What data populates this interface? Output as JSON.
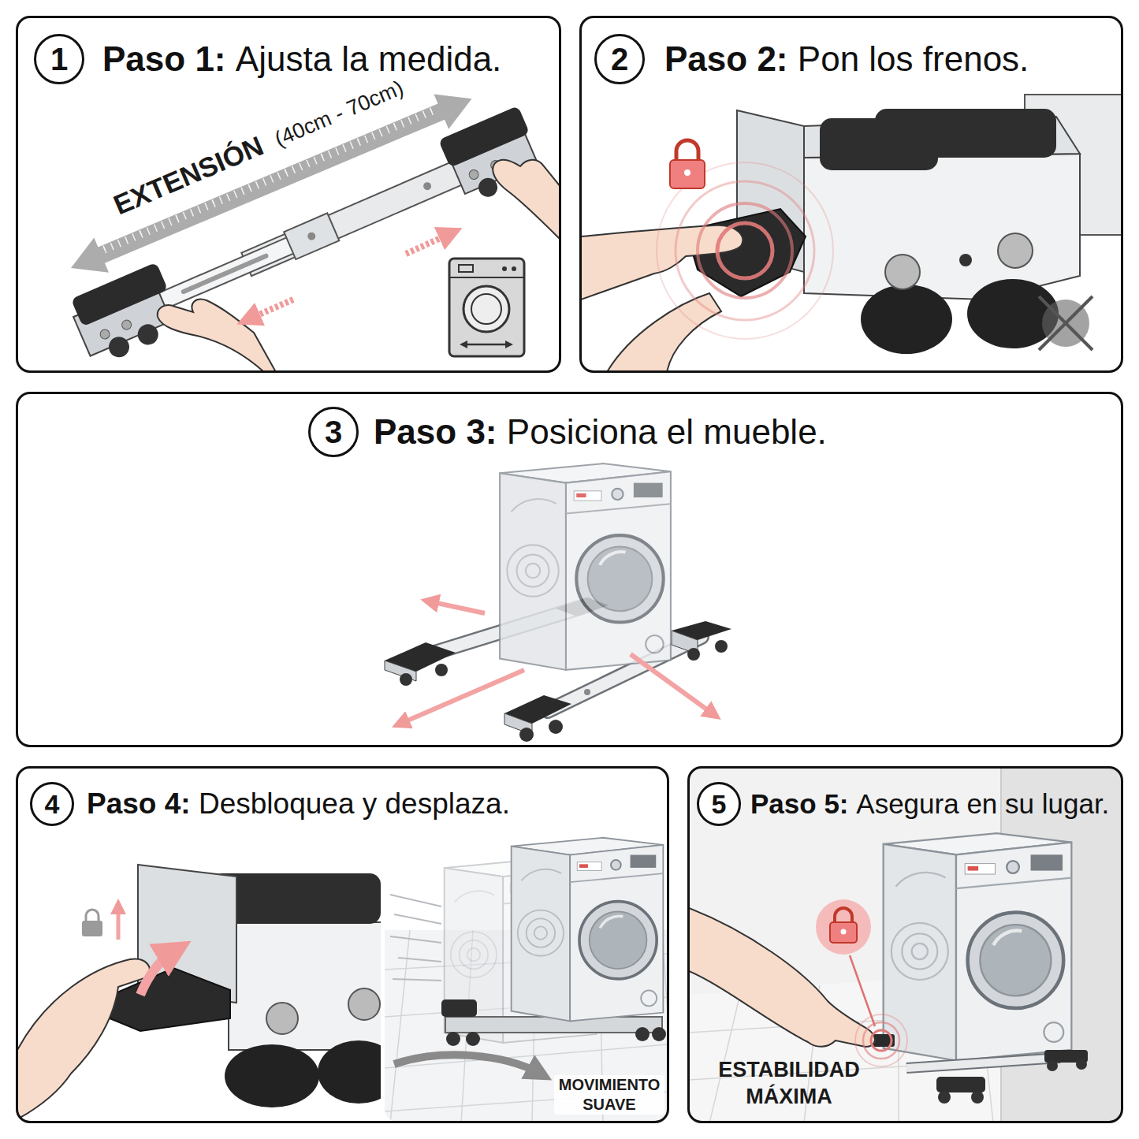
{
  "diagram": {
    "nodes": [
      {
        "text": [
          "Paso 1:",
          "Ajusta la medida."
        ]
      },
      {
        "text": [
          "1"
        ],
        "in": 0
      },
      {
        "text": [
          "Paso 2:",
          "Pon los frenos."
        ]
      },
      {
        "text": [
          "2"
        ],
        "in": 2
      },
      {
        "text": [
          "Paso 3:",
          "Posiciona el mueble."
        ]
      },
      {
        "text": [
          "3"
        ],
        "in": 4
      },
      {
        "text": [
          "Paso 4:",
          "Desbloquea y desplaza."
        ]
      },
      {
        "text": [
          "4"
        ],
        "in": 6
      },
      {
        "text": [
          "Paso 5:",
          "Asegura en su lugar."
        ]
      },
      {
        "text": [
          "5"
        ],
        "in": 8
      }
    ],
    "labels": [
      "EXTENSIÓN",
      "(40cm - 70cm)",
      "MOVIMIENTO SUAVE",
      "ESTABILIDAD MÁXIMA"
    ]
  }
}
